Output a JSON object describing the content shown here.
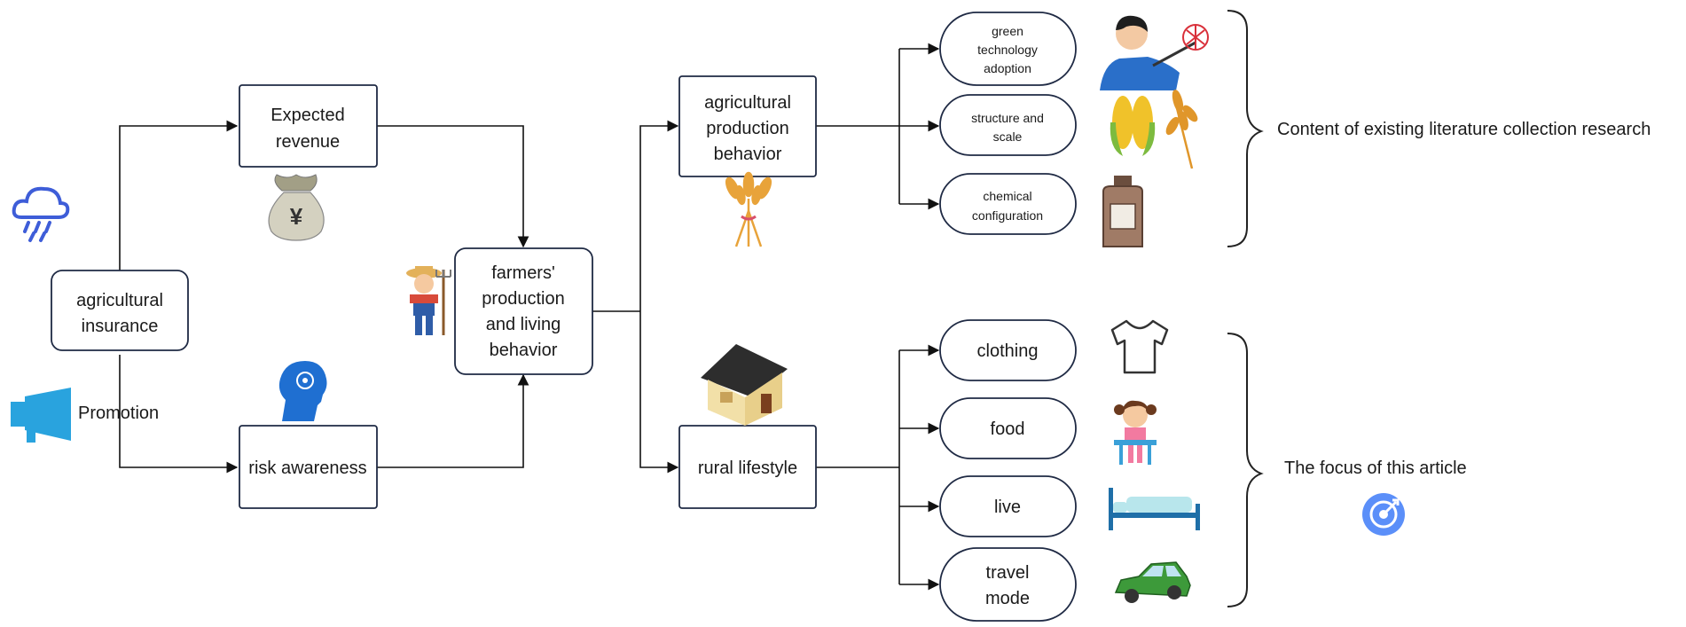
{
  "nodes": {
    "agri_insurance": "agricultural insurance",
    "expected_revenue": "Expected revenue",
    "risk_awareness": "risk awareness",
    "farmers_behavior": "farmers' production and living behavior",
    "agri_production": "agricultural production behavior",
    "rural_lifestyle": "rural lifestyle"
  },
  "labels": {
    "promotion": "Promotion",
    "yen_symbol": "¥"
  },
  "production_items": [
    "green technology adoption",
    "structure and scale",
    "chemical configuration"
  ],
  "lifestyle_items": [
    "clothing",
    "food",
    "live",
    "travel mode"
  ],
  "bracket_labels": {
    "existing_research": "Content of existing literature collection research",
    "article_focus": "The focus of this article"
  },
  "icons": {
    "weather": "rain-cloud-icon",
    "promotion": "megaphone-icon",
    "money": "money-bag-icon",
    "awareness": "head-brain-icon",
    "farmer": "farmer-icon",
    "wheat": "wheat-bundle-icon",
    "house": "house-icon",
    "technology": "scientist-icon",
    "crops": "corn-wheat-icon",
    "chemical": "bottle-icon",
    "clothing": "tshirt-icon",
    "food": "girl-eating-icon",
    "live": "bed-icon",
    "travel": "car-icon",
    "target": "target-icon"
  },
  "colors": {
    "node_border": "#1f2a44",
    "connector": "#111111",
    "icon_blue": "#3e5dd8",
    "target_blue": "#5b8ff9"
  }
}
